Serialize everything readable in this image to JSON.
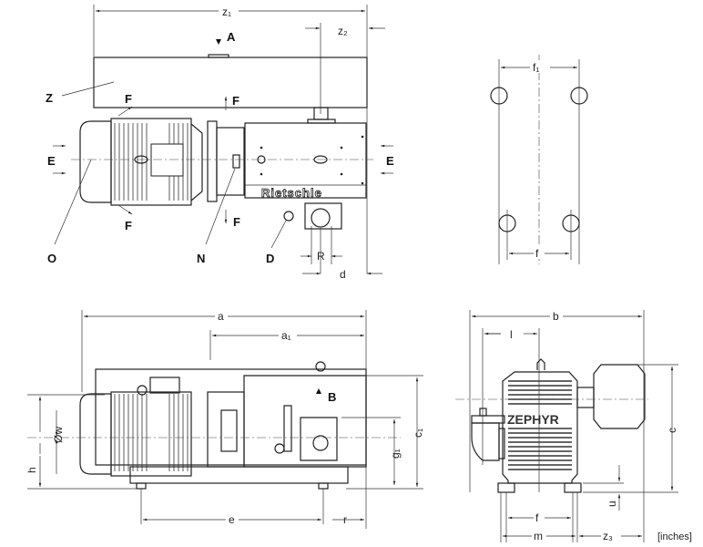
{
  "top_view": {
    "dims": {
      "z1": "z₁",
      "z2": "z₂",
      "R": "R",
      "d": "d"
    },
    "markers": {
      "A": "A",
      "Z": "Z",
      "F": "F",
      "E": "E",
      "O": "O",
      "N": "N",
      "D": "D"
    },
    "brand": "Rietschle"
  },
  "foot_view": {
    "dims": {
      "f1": "f₁",
      "f": "f"
    }
  },
  "side_view": {
    "dims": {
      "a": "a",
      "a1": "a₁",
      "w": "Øw",
      "h": "h",
      "g1": "g₁",
      "c1": "c₁",
      "e": "e",
      "r": "r"
    },
    "markers": {
      "B": "B"
    }
  },
  "end_view": {
    "dims": {
      "b": "b",
      "l": "l",
      "c": "c",
      "u": "u",
      "f": "f",
      "m": "m",
      "z3": "z₃"
    },
    "brand": "ZEPHYR"
  },
  "units": "[inches]"
}
